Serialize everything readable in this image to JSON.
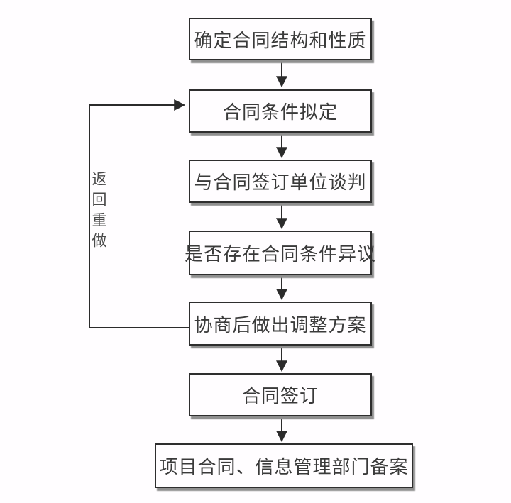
{
  "diagram": {
    "type": "flowchart",
    "language": "zh-CN",
    "steps": [
      "确定合同结构和性质",
      "合同条件拟定",
      "与合同签订单位谈判",
      "是否存在合同条件异议",
      "协商后做出调整方案",
      "合同签订",
      "项目合同、信息管理部门备案"
    ],
    "loop_label": "返回重做",
    "edges": [
      {
        "from": "确定合同结构和性质",
        "to": "合同条件拟定",
        "style": "arrow-down"
      },
      {
        "from": "合同条件拟定",
        "to": "与合同签订单位谈判",
        "style": "arrow-down"
      },
      {
        "from": "与合同签订单位谈判",
        "to": "是否存在合同条件异议",
        "style": "arrow-down"
      },
      {
        "from": "是否存在合同条件异议",
        "to": "协商后做出调整方案",
        "style": "arrow-down"
      },
      {
        "from": "协商后做出调整方案",
        "to": "合同签订",
        "style": "arrow-down"
      },
      {
        "from": "合同签订",
        "to": "项目合同、信息管理部门备案",
        "style": "arrow-down"
      },
      {
        "from": "协商后做出调整方案",
        "to": "合同条件拟定",
        "style": "feedback-loop-left",
        "label": "返回重做"
      }
    ],
    "colors": {
      "background": "#fffdff",
      "box_fill": "#fffdff",
      "box_border": "#2e2e2e",
      "box_shadow": "#8f8f8f",
      "line": "#2b2b2b",
      "text": "#3a3a3a"
    }
  }
}
